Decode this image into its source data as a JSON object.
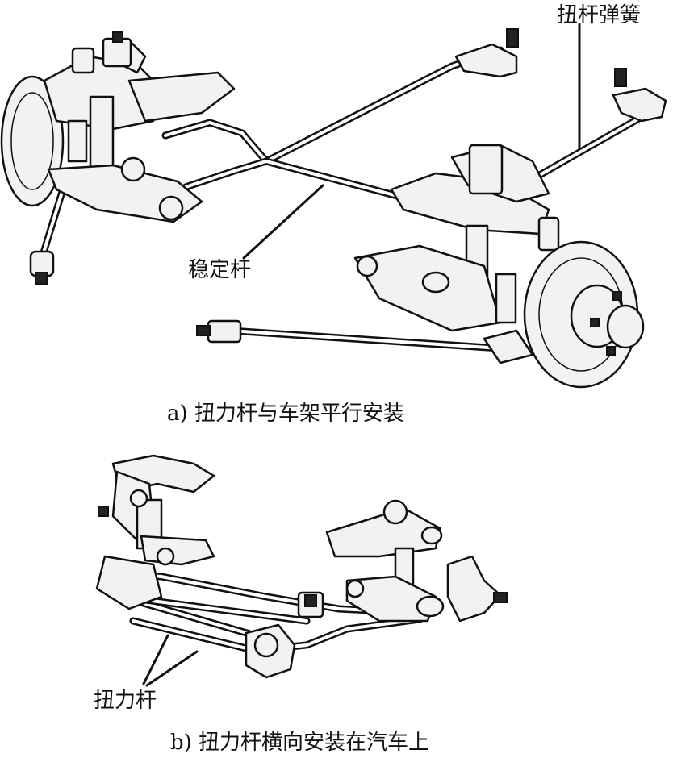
{
  "diagram_a": {
    "label_torsion_spring": "扭杆弹簧",
    "label_stabilizer": "稳定杆",
    "caption": "a) 扭力杆与车架平行安装"
  },
  "diagram_b": {
    "label_torsion_bar": "扭力杆",
    "caption": "b) 扭力杆横向安装在汽车上"
  }
}
